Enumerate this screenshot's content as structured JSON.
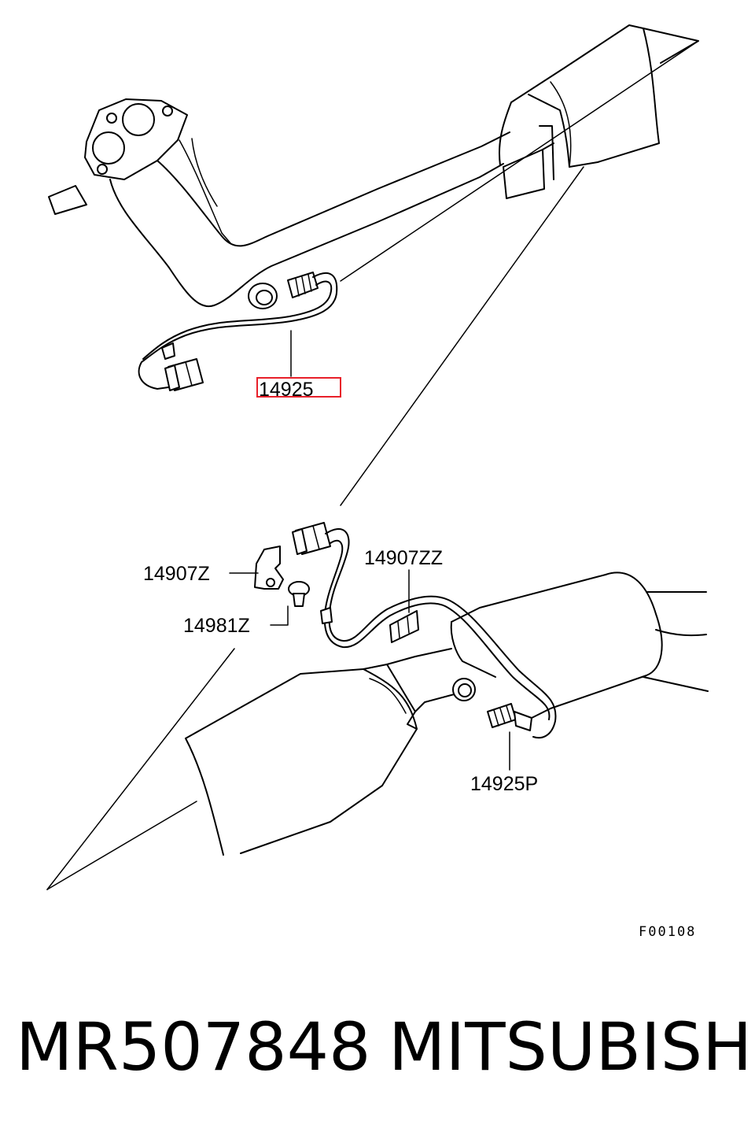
{
  "labels": {
    "sensor_front": "14925",
    "bracket": "14907Z",
    "bolt": "14981Z",
    "clip": "14907ZZ",
    "sensor_rear": "14925P"
  },
  "figure_code": "F00108",
  "part_number": "MR507848",
  "brand": "MITSUBISHI",
  "highlight_color": "#e8202a"
}
